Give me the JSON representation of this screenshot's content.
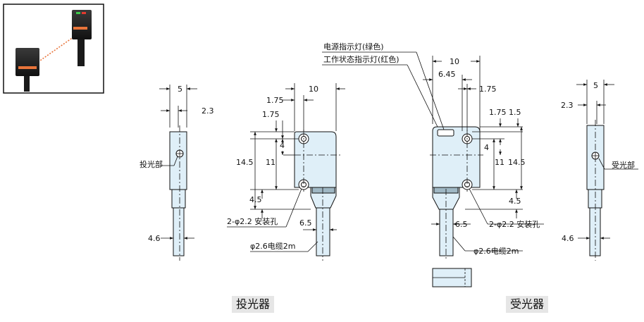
{
  "photo": {
    "description_icon": "sensor-pair-photo-icon"
  },
  "emitter": {
    "caption": "投光器",
    "side": {
      "width": "5",
      "offset": "2.3",
      "label": "投光部",
      "cable": "4.6"
    },
    "front": {
      "width": "10",
      "top_offset": "1.75",
      "hole_top": "1.75",
      "hole_spacing": "11",
      "hole_from_center": "4",
      "height": "14.5",
      "bottom": "4.5",
      "holes": "2-φ2.2 安装孔",
      "cable_offset": "6.5",
      "cable": "φ2.6电缆2m"
    }
  },
  "receiver": {
    "caption": "受光器",
    "indicator_green": "电源指示灯(绿色)",
    "indicator_red": "工作状态指示灯(红色)",
    "front": {
      "width": "10",
      "window_offset": "6.45",
      "hole_offset": "1.75",
      "top_a": "1.75",
      "top_b": "1.5",
      "hole_from_center": "4",
      "hole_spacing": "11",
      "height": "14.5",
      "bottom": "4.5",
      "cable_offset": "6.5",
      "holes": "2-φ2.2 安装孔",
      "cable": "φ2.6电缆2m"
    },
    "side": {
      "width": "5",
      "offset": "2.3",
      "label": "受光部",
      "cable": "4.6"
    }
  }
}
